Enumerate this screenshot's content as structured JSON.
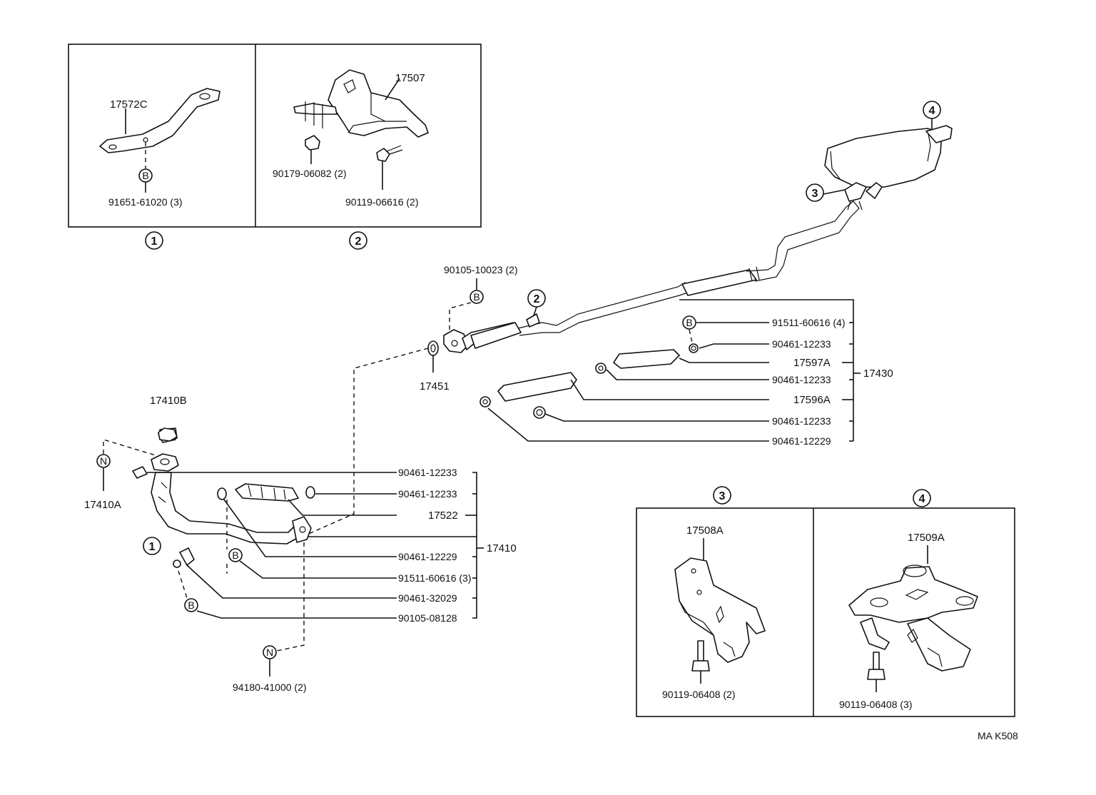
{
  "inset1": {
    "part": "17572C",
    "bolt": "91651-61020 (3)",
    "bolt_tag": "B",
    "caption": "1"
  },
  "inset2": {
    "part": "17507",
    "nut": "90179-06082 (2)",
    "bolt": "90119-06616 (2)",
    "caption": "2"
  },
  "inset3": {
    "part": "17508A",
    "bolt": "90119-06408 (2)",
    "caption": "3"
  },
  "inset4": {
    "part": "17509A",
    "bolt": "90119-06408 (3)",
    "caption": "4"
  },
  "center": {
    "bolt_top": "90105-10023 (2)",
    "bolt_top_tag": "B",
    "gasket": "17451",
    "ref2": "2",
    "ref3": "3",
    "ref4": "4"
  },
  "group_17430": {
    "group_label": "17430",
    "items": [
      {
        "text": "91511-60616 (4)",
        "tag": "B"
      },
      {
        "text": "90461-12233"
      },
      {
        "text": "17597A"
      },
      {
        "text": "90461-12233"
      },
      {
        "text": "17596A"
      },
      {
        "text": "90461-12233"
      },
      {
        "text": "90461-12229"
      }
    ]
  },
  "group_17410": {
    "group_label": "17410",
    "items": [
      {
        "text": "90461-12233"
      },
      {
        "text": "90461-12233"
      },
      {
        "text": "17522"
      },
      {
        "text": "90461-12229"
      },
      {
        "text": "91511-60616 (3)",
        "tag": "B"
      },
      {
        "text": "90461-32029"
      },
      {
        "text": "90105-08128",
        "tag": "B"
      }
    ]
  },
  "front": {
    "gasket_top": "17410B",
    "gasket_side": "17410A",
    "tag_n": "N",
    "nut_label": "94180-41000 (2)",
    "nut_tag": "N",
    "ref1": "1"
  },
  "footer": {
    "code": "MA K508"
  }
}
